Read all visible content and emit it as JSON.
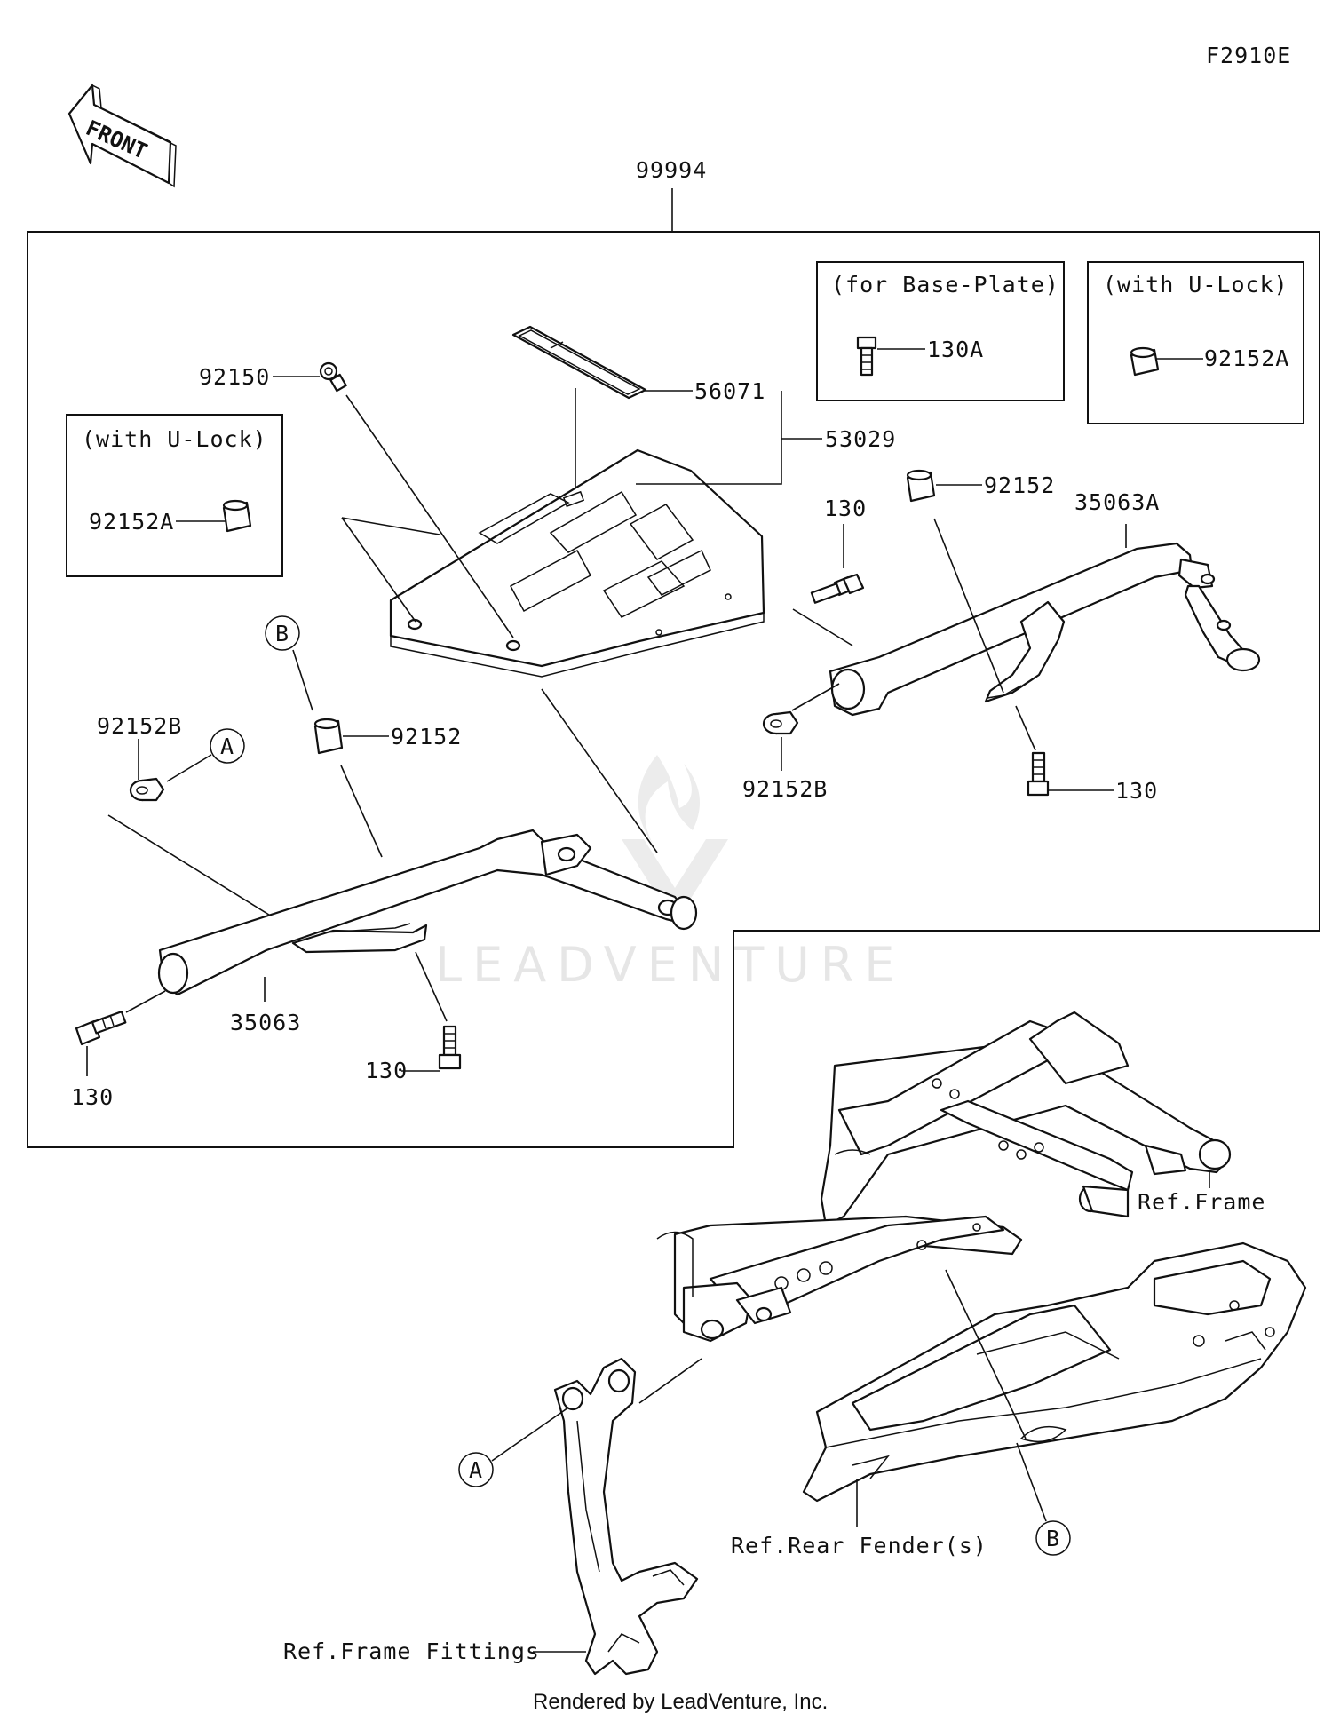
{
  "figure_code": "F2910E",
  "front_arrow_text": "FRONT",
  "assembly_number": "99994",
  "inset_boxes": {
    "base_plate": {
      "title": "(for Base-Plate)",
      "part": "130A"
    },
    "u_lock_right": {
      "title": "(with U-Lock)",
      "part": "92152A"
    },
    "u_lock_left": {
      "title": "(with U-Lock)",
      "part": "92152A"
    }
  },
  "callouts": {
    "c92150": "92150",
    "c56071": "56071",
    "c53029": "53029",
    "c130_top": "130",
    "c92152_right": "92152",
    "c35063A": "35063A",
    "c92152B_right": "92152B",
    "c130_right": "130",
    "c92152B_left": "92152B",
    "c92152_left": "92152",
    "c35063": "35063",
    "c130_left": "130",
    "c130_mid": "130"
  },
  "markers": {
    "b_top": "B",
    "a_top": "A",
    "a_bottom": "A",
    "b_bottom": "B"
  },
  "references": {
    "frame": "Ref.Frame",
    "rear_fender": "Ref.Rear Fender(s)",
    "frame_fittings": "Ref.Frame Fittings"
  },
  "watermark": "LEADVENTURE",
  "footer": "Rendered by LeadVenture, Inc."
}
